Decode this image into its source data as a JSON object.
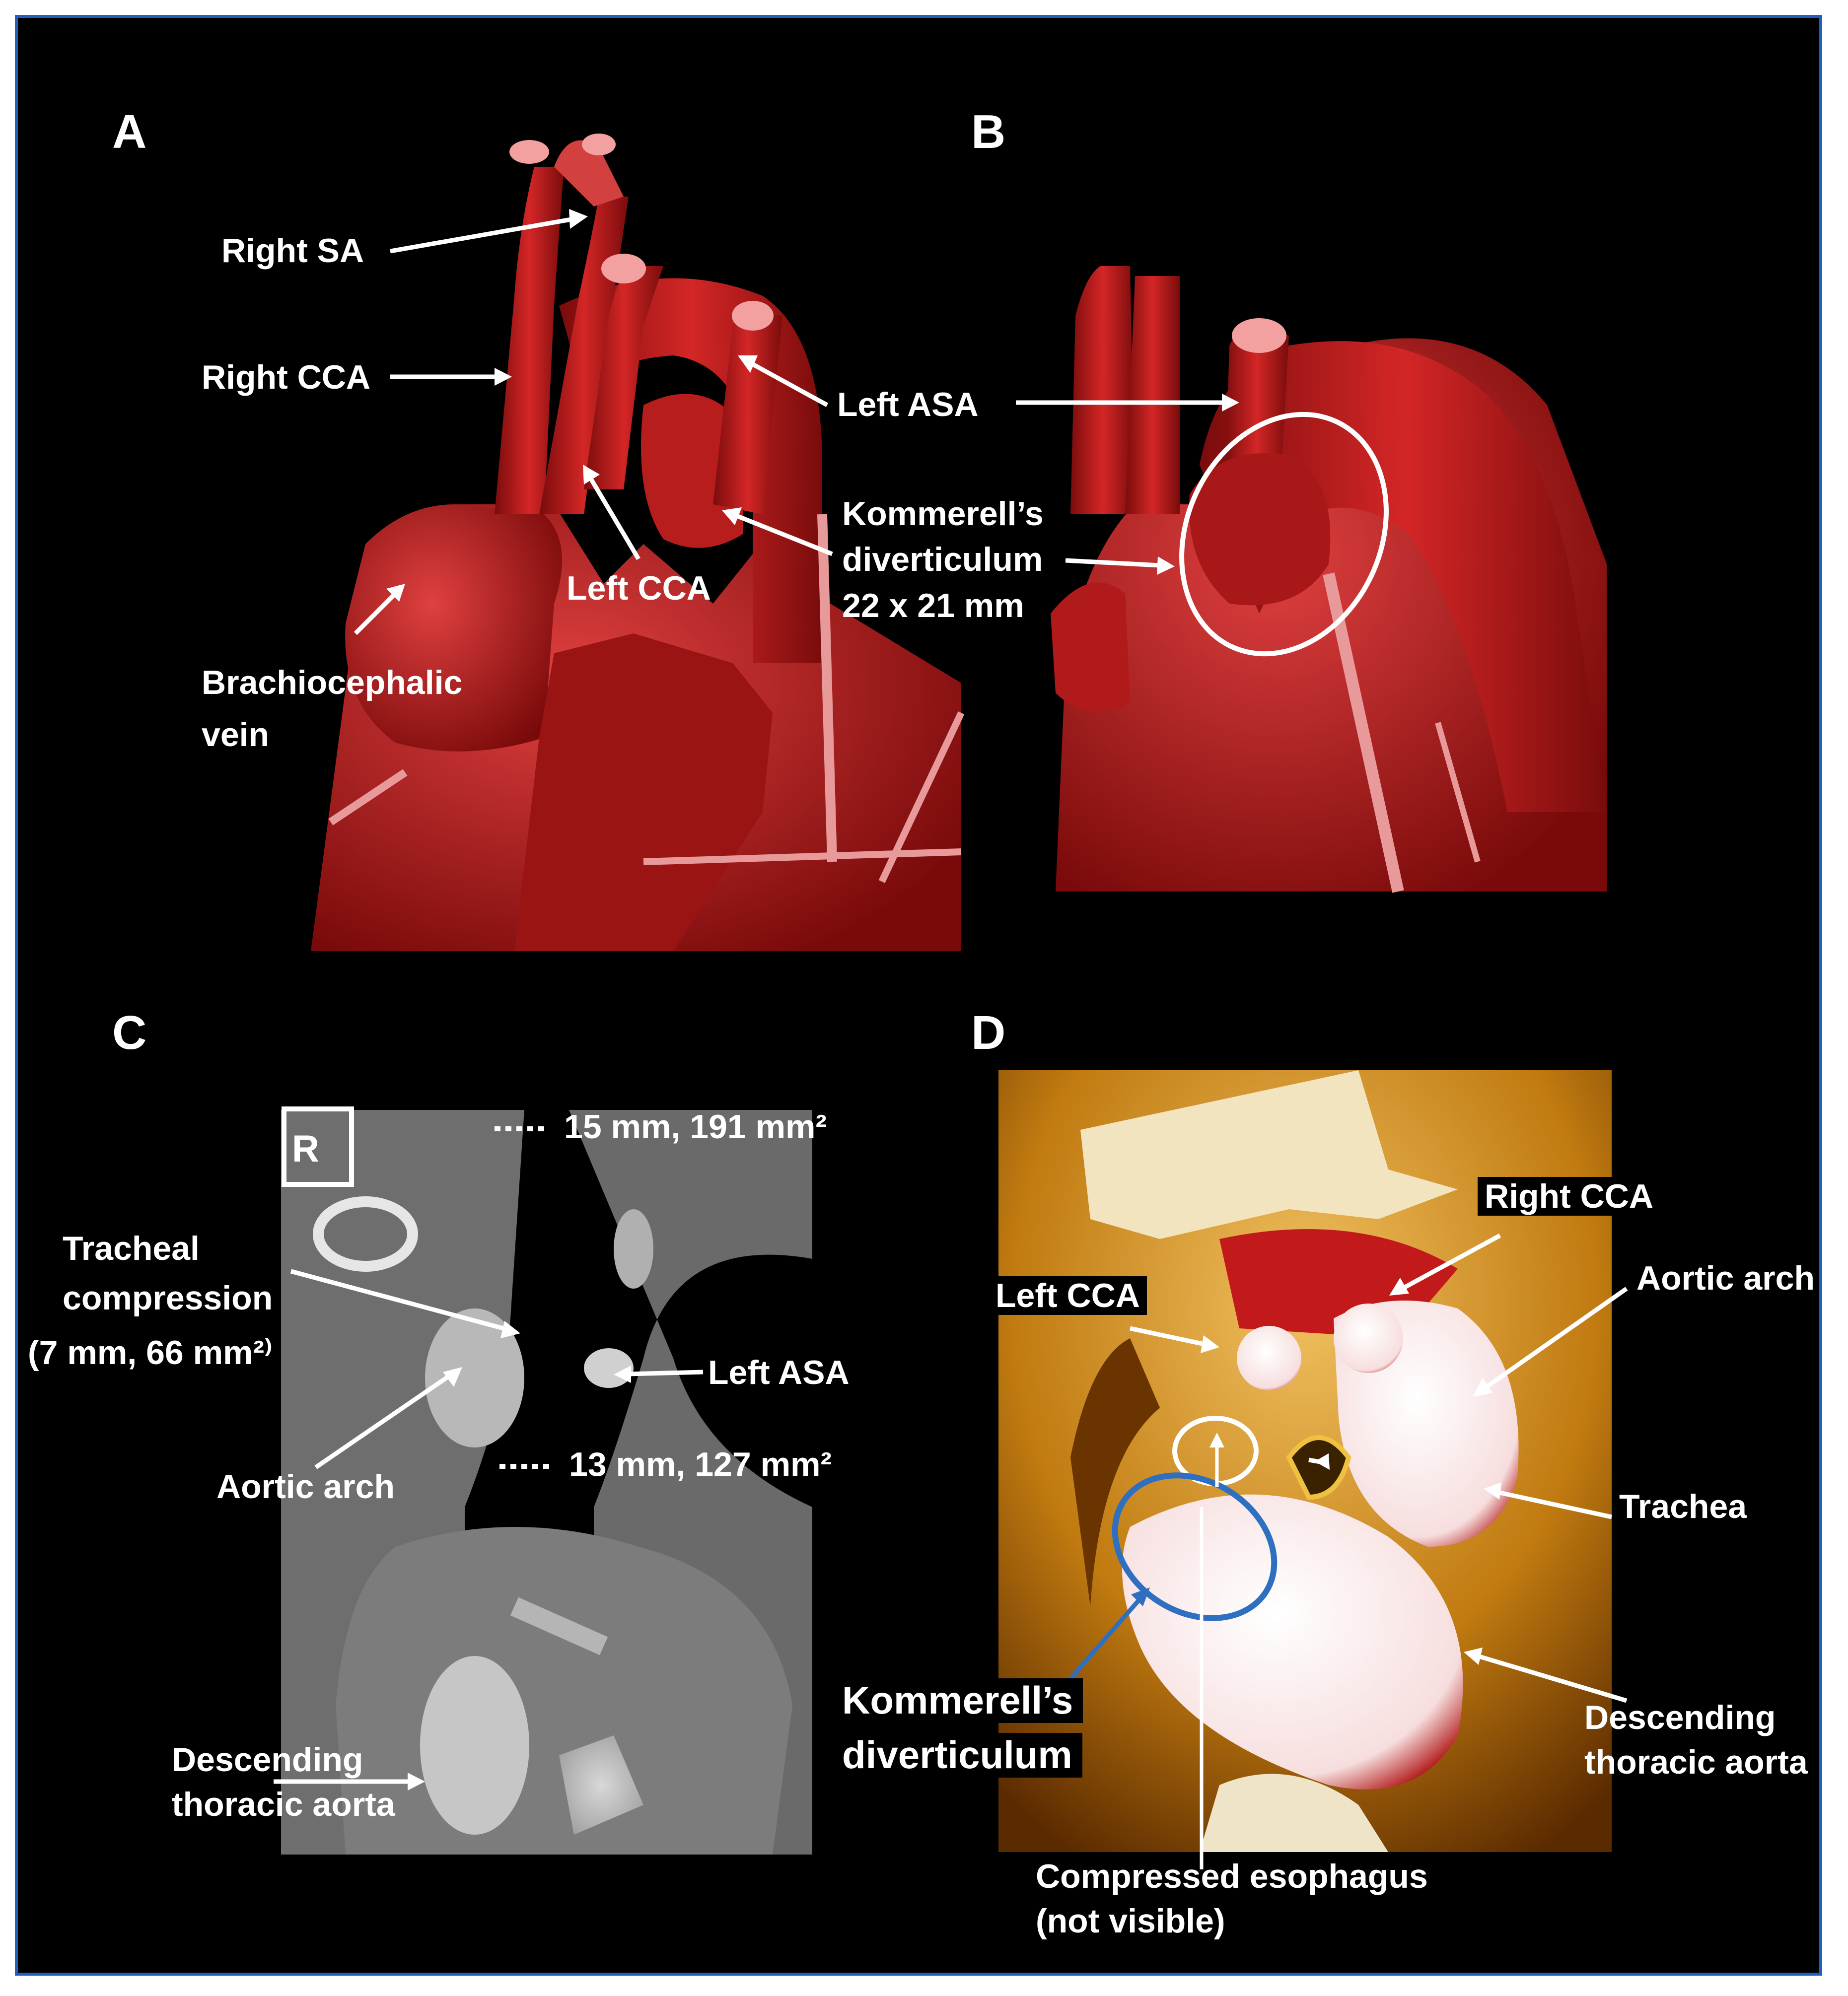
{
  "panels": {
    "A": {
      "letter": "A",
      "labels": {
        "right_sa": "Right SA",
        "right_cca": "Right CCA",
        "left_asa": "Left ASA",
        "kommerell_1": "Kommerell’s",
        "kommerell_2": "diverticulum",
        "kommerell_3": "22  x  21 mm",
        "left_cca": "Left CCA",
        "brachio_1": "Brachiocephalic",
        "brachio_2": "vein"
      }
    },
    "B": {
      "letter": "B"
    },
    "C": {
      "letter": "C",
      "labels": {
        "r_marker": "R",
        "meas_top": "15 mm, 191 mm²",
        "meas_bottom": "13 mm, 127 mm²",
        "tracheal_1": "Tracheal",
        "tracheal_2": "compression",
        "tracheal_3": "(7 mm, 66 mm²⁾",
        "left_asa": "Left ASA",
        "aortic_arch": "Aortic arch",
        "descending_1": "Descending",
        "descending_2": "thoracic aorta"
      }
    },
    "D": {
      "letter": "D",
      "labels": {
        "right_cca": "Right CCA",
        "left_cca": "Left CCA",
        "aortic_arch": "Aortic arch",
        "trachea": "Trachea",
        "kommerell_1": "Kommerell’s",
        "kommerell_2": "diverticulum",
        "descending_1": "Descending",
        "descending_2": "thoracic aorta",
        "esophagus_1": "Compressed esophagus",
        "esophagus_2": "(not visible)"
      }
    }
  },
  "colors": {
    "frame_border": "#1e5fbf",
    "vessel_red": "#c81e1e",
    "ct_gray": "#8a8a8a",
    "render_amber": "#d08a10",
    "circle_blue": "#2f6fc0"
  }
}
